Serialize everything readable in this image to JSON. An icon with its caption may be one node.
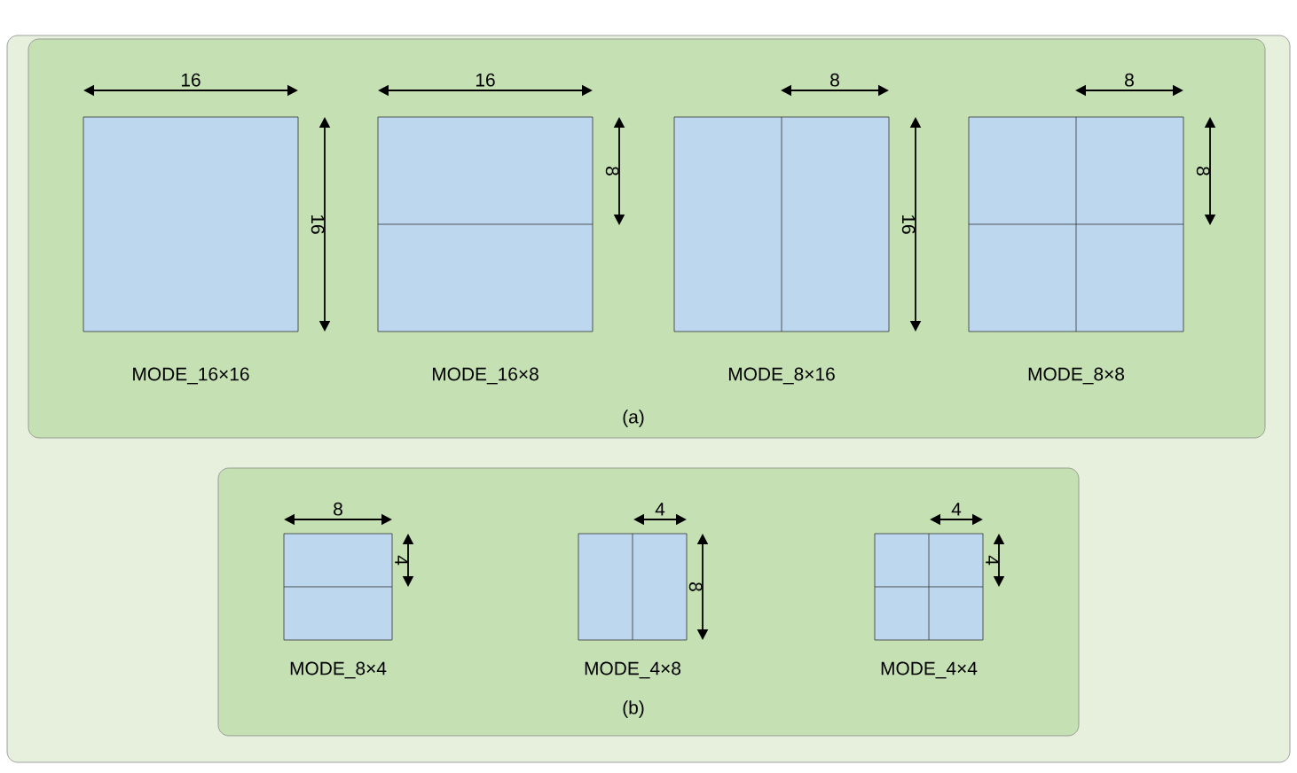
{
  "diagram": {
    "nodes": [
      {
        "text": [],
        "shape": "box"
      },
      {
        "text": [
          "(a)"
        ],
        "in": 0
      },
      {
        "text": [
          "(b)"
        ],
        "in": 0
      },
      {
        "text": [],
        "shape": "box",
        "beside": [
          "MODE_16×16"
        ],
        "in": 1
      },
      {
        "text": [],
        "shape": "box",
        "beside": [
          "MODE_16×8"
        ],
        "in": 1
      },
      {
        "text": [],
        "shape": "box",
        "beside": [
          "MODE_8×16"
        ],
        "in": 1
      },
      {
        "text": [],
        "shape": "box",
        "beside": [
          "MODE_8×8"
        ],
        "in": 1
      },
      {
        "text": [],
        "shape": "box",
        "beside": [
          "MODE_8×4"
        ],
        "in": 2
      },
      {
        "text": [],
        "shape": "box",
        "beside": [
          "MODE_4×8"
        ],
        "in": 2
      },
      {
        "text": [],
        "shape": "box",
        "beside": [
          "MODE_4×4"
        ],
        "in": 2
      }
    ],
    "labels": [
      "16",
      "16",
      "16",
      "8",
      "8",
      "16",
      "8",
      "8",
      "8",
      "4",
      "4",
      "8",
      "4",
      "4"
    ]
  }
}
